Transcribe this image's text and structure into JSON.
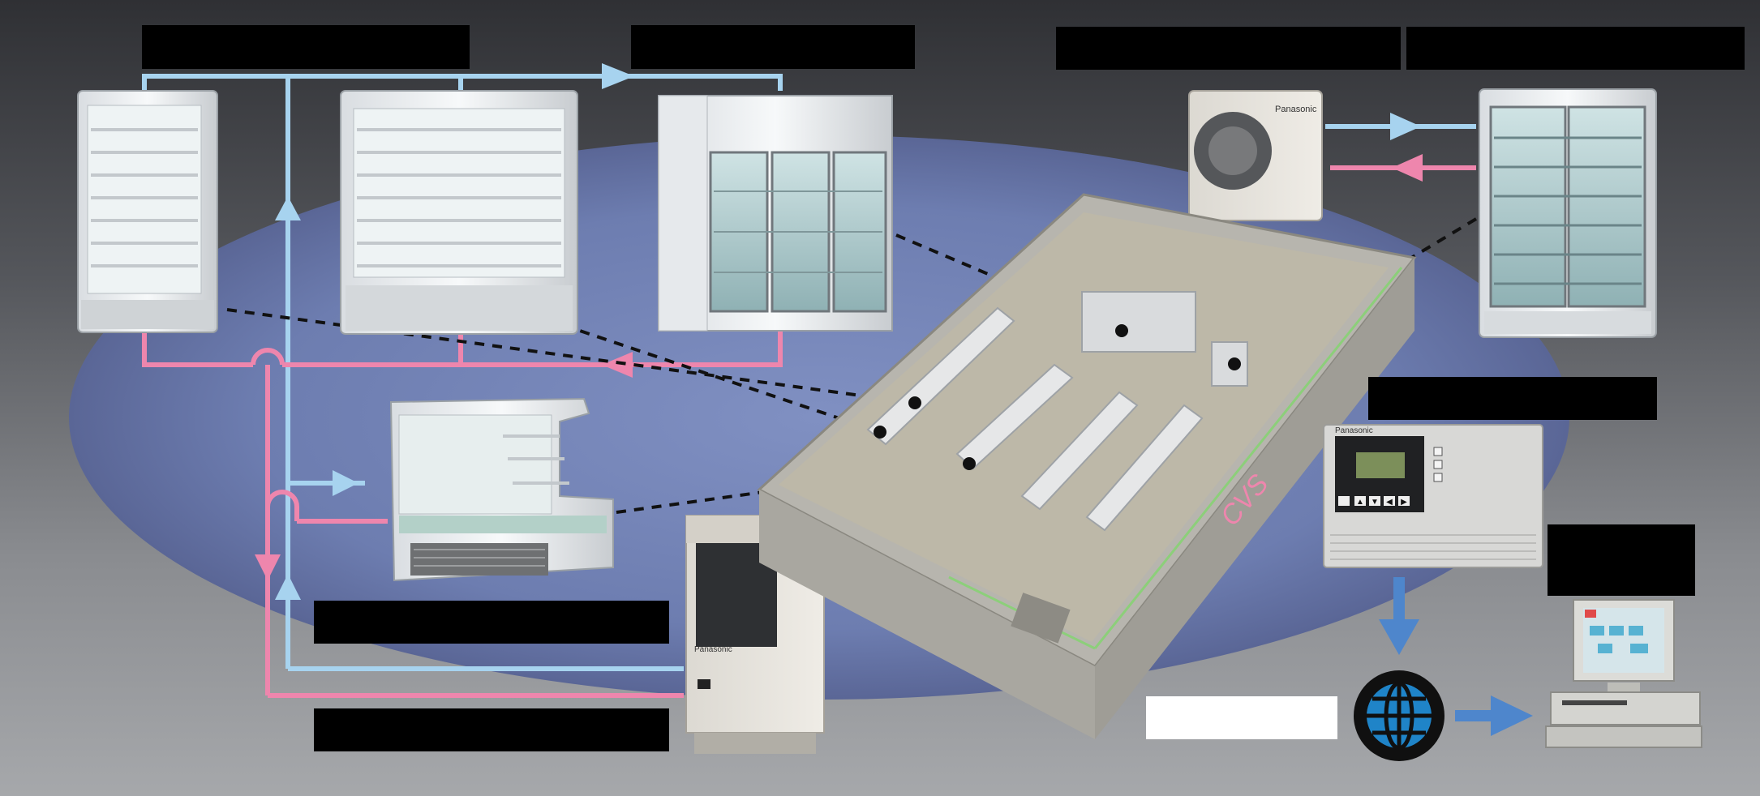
{
  "labels": {
    "top_left": "",
    "top_center": "",
    "top_right_a": "",
    "top_right_b": "",
    "controller_label": "",
    "open_case_label": "",
    "condensing_unit_label": "",
    "pc_label": "",
    "network_label": ""
  },
  "brand_text": {
    "outdoor_unit": "Panasonic",
    "condensing_unit": "Panasonic",
    "controller": "Panasonic"
  },
  "store_sign": "CVS",
  "controller_buttons": [
    "▲",
    "▼",
    "◀",
    "▶"
  ],
  "colors": {
    "supply_line": "#a7d3ef",
    "return_line": "#ee86ad",
    "arrow_blue": "#4e86cc",
    "floor_ellipse": "#6f80b5"
  }
}
